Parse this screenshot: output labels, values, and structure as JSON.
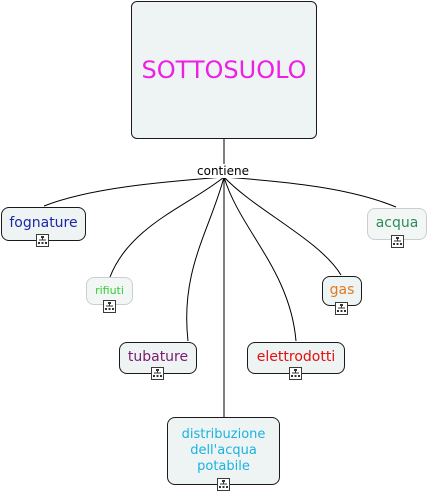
{
  "root": {
    "label": "SOTTOSUOLO",
    "color": "#ee1ee6"
  },
  "link_label": "contiene",
  "concepts": [
    {
      "id": "fognature",
      "label": "fognature",
      "color": "#1c27a8"
    },
    {
      "id": "acqua",
      "label": "acqua",
      "color": "#2e8b57"
    },
    {
      "id": "rifiuti",
      "label": "rifiuti",
      "color": "#33cc33"
    },
    {
      "id": "gas",
      "label": "gas",
      "color": "#e07a1f"
    },
    {
      "id": "tubature",
      "label": "tubature",
      "color": "#7a1a6e"
    },
    {
      "id": "elettrodotti",
      "label": "elettrodotti",
      "color": "#e01010"
    },
    {
      "id": "distribuzione",
      "label": "distribuzione\ndell'acqua\npotabile",
      "color": "#1ab3dd"
    }
  ],
  "icon": "resource-tree-icon"
}
